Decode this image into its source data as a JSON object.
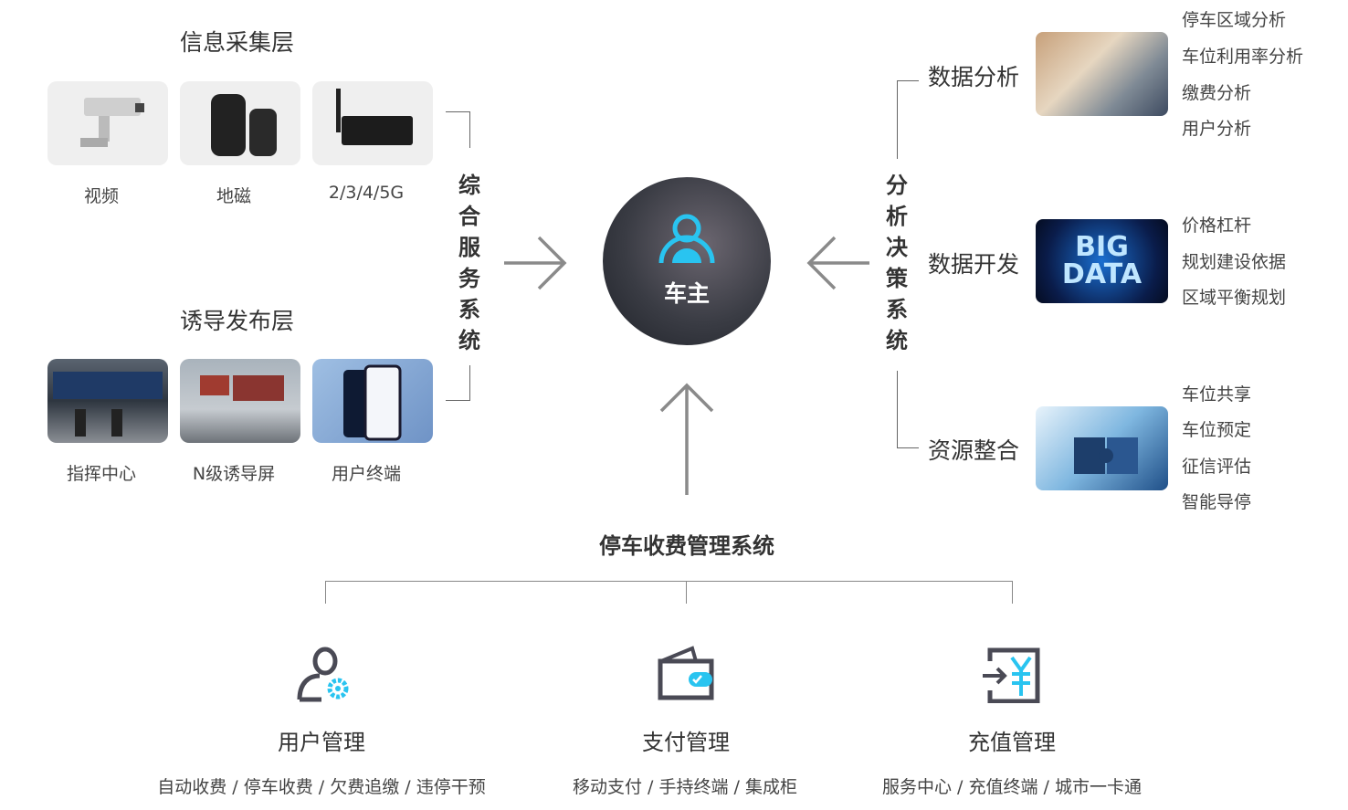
{
  "collect_layer": {
    "title": "信息采集层",
    "items": [
      {
        "label": "视频"
      },
      {
        "label": "地磁"
      },
      {
        "label": "2/3/4/5G"
      }
    ]
  },
  "guide_layer": {
    "title": "诱导发布层",
    "items": [
      {
        "label": "指挥中心"
      },
      {
        "label": "N级诱导屏"
      },
      {
        "label": "用户终端"
      }
    ]
  },
  "left_system": "综合服务系统",
  "center": {
    "label": "车主",
    "accent": "#29c4f0"
  },
  "right_system": "分析决策系统",
  "right_sections": [
    {
      "title": "数据分析",
      "items": [
        "停车区域分析",
        "车位利用率分析",
        "缴费分析",
        "用户分析"
      ]
    },
    {
      "title": "数据开发",
      "image_text": [
        "BIG",
        "DATA"
      ],
      "items": [
        "价格杠杆",
        "规划建设依据",
        "区域平衡规划"
      ]
    },
    {
      "title": "资源整合",
      "items": [
        "车位共享",
        "车位预定",
        "征信评估",
        "智能导停"
      ]
    }
  ],
  "bottom": {
    "title": "停车收费管理系统",
    "modules": [
      {
        "label": "用户管理",
        "detail": "自动收费 / 停车收费 / 欠费追缴 / 违停干预"
      },
      {
        "label": "支付管理",
        "detail": "移动支付 / 手持终端 / 集成柜"
      },
      {
        "label": "充值管理",
        "detail": "服务中心 / 充值终端 / 城市一卡通"
      }
    ]
  }
}
